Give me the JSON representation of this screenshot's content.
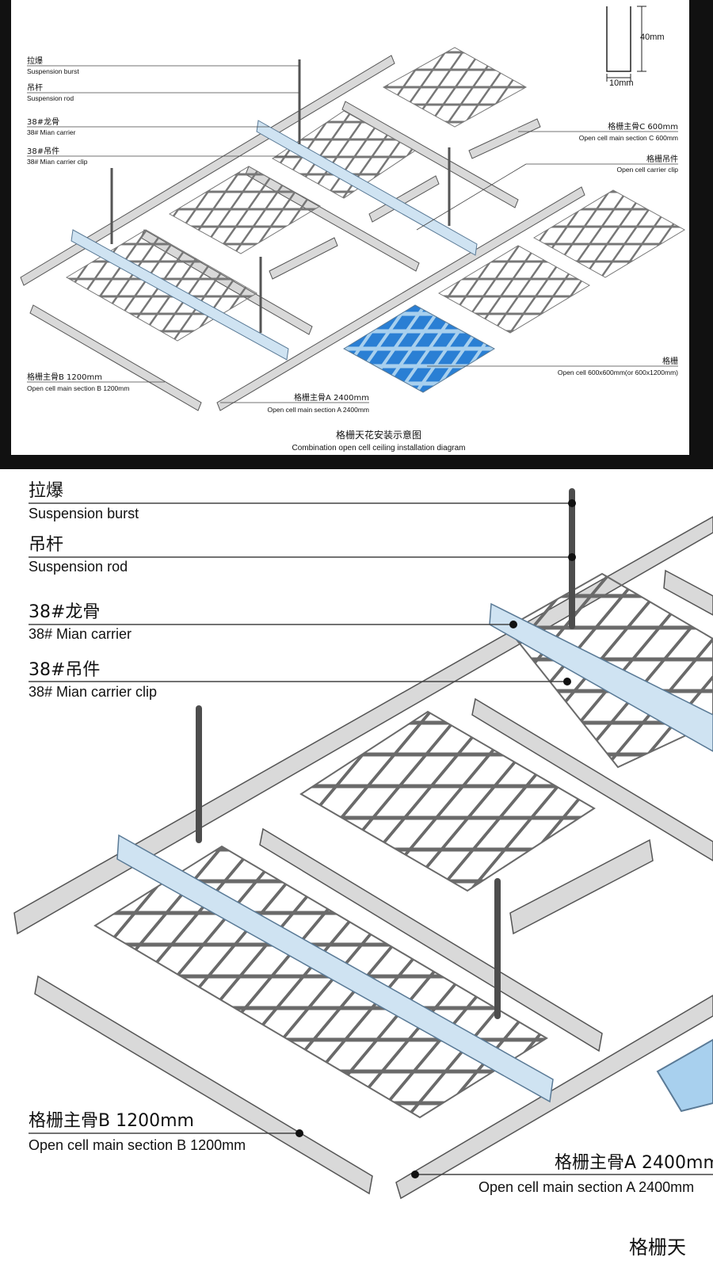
{
  "overview": {
    "dim_height": "40mm",
    "dim_width": "10mm",
    "caption_cn": "格栅天花安装示意图",
    "caption_en": "Combination open cell ceiling installation diagram",
    "labels": [
      {
        "cn": "拉爆",
        "en": "Suspension burst"
      },
      {
        "cn": "吊杆",
        "en": "Suspension rod"
      },
      {
        "cn": "38#龙骨",
        "en": "38# Mian carrier"
      },
      {
        "cn": "38#吊件",
        "en": "38# Mian carrier clip"
      },
      {
        "cn": "格栅主骨C 600mm",
        "en": "Open cell main section C 600mm"
      },
      {
        "cn": "格栅吊件",
        "en": "Open cell carrier clip"
      },
      {
        "cn": "格栅",
        "en": "Open cell 600x600mm(or 600x1200mm)"
      },
      {
        "cn": "格栅主骨B 1200mm",
        "en": "Open cell main section B 1200mm"
      },
      {
        "cn": "格栅主骨A 2400mm",
        "en": "Open cell main section A 2400mm"
      }
    ]
  },
  "detail": {
    "labels": [
      {
        "cn": "拉爆",
        "en": "Suspension burst"
      },
      {
        "cn": "吊杆",
        "en": "Suspension rod"
      },
      {
        "cn": "38#龙骨",
        "en": "38# Mian carrier"
      },
      {
        "cn": "38#吊件",
        "en": "38# Mian carrier clip"
      },
      {
        "cn": "格栅主骨B 1200mm",
        "en": "Open cell main section B 1200mm"
      },
      {
        "cn": "格栅主骨A 2400mm",
        "en": "Open cell main section A 2400mm"
      }
    ],
    "caption_partial": "格栅天"
  },
  "colors": {
    "frame": "#111111",
    "rail_fill": "#d9d9d9",
    "rail_stroke": "#555555",
    "carrier_fill": "#cfe3f2",
    "carrier_stroke": "#5a7a96",
    "rod": "#555555",
    "grid_stroke": "#666666",
    "cell_blue": "#2a7fd4",
    "cell_light": "#a8d0ee"
  }
}
